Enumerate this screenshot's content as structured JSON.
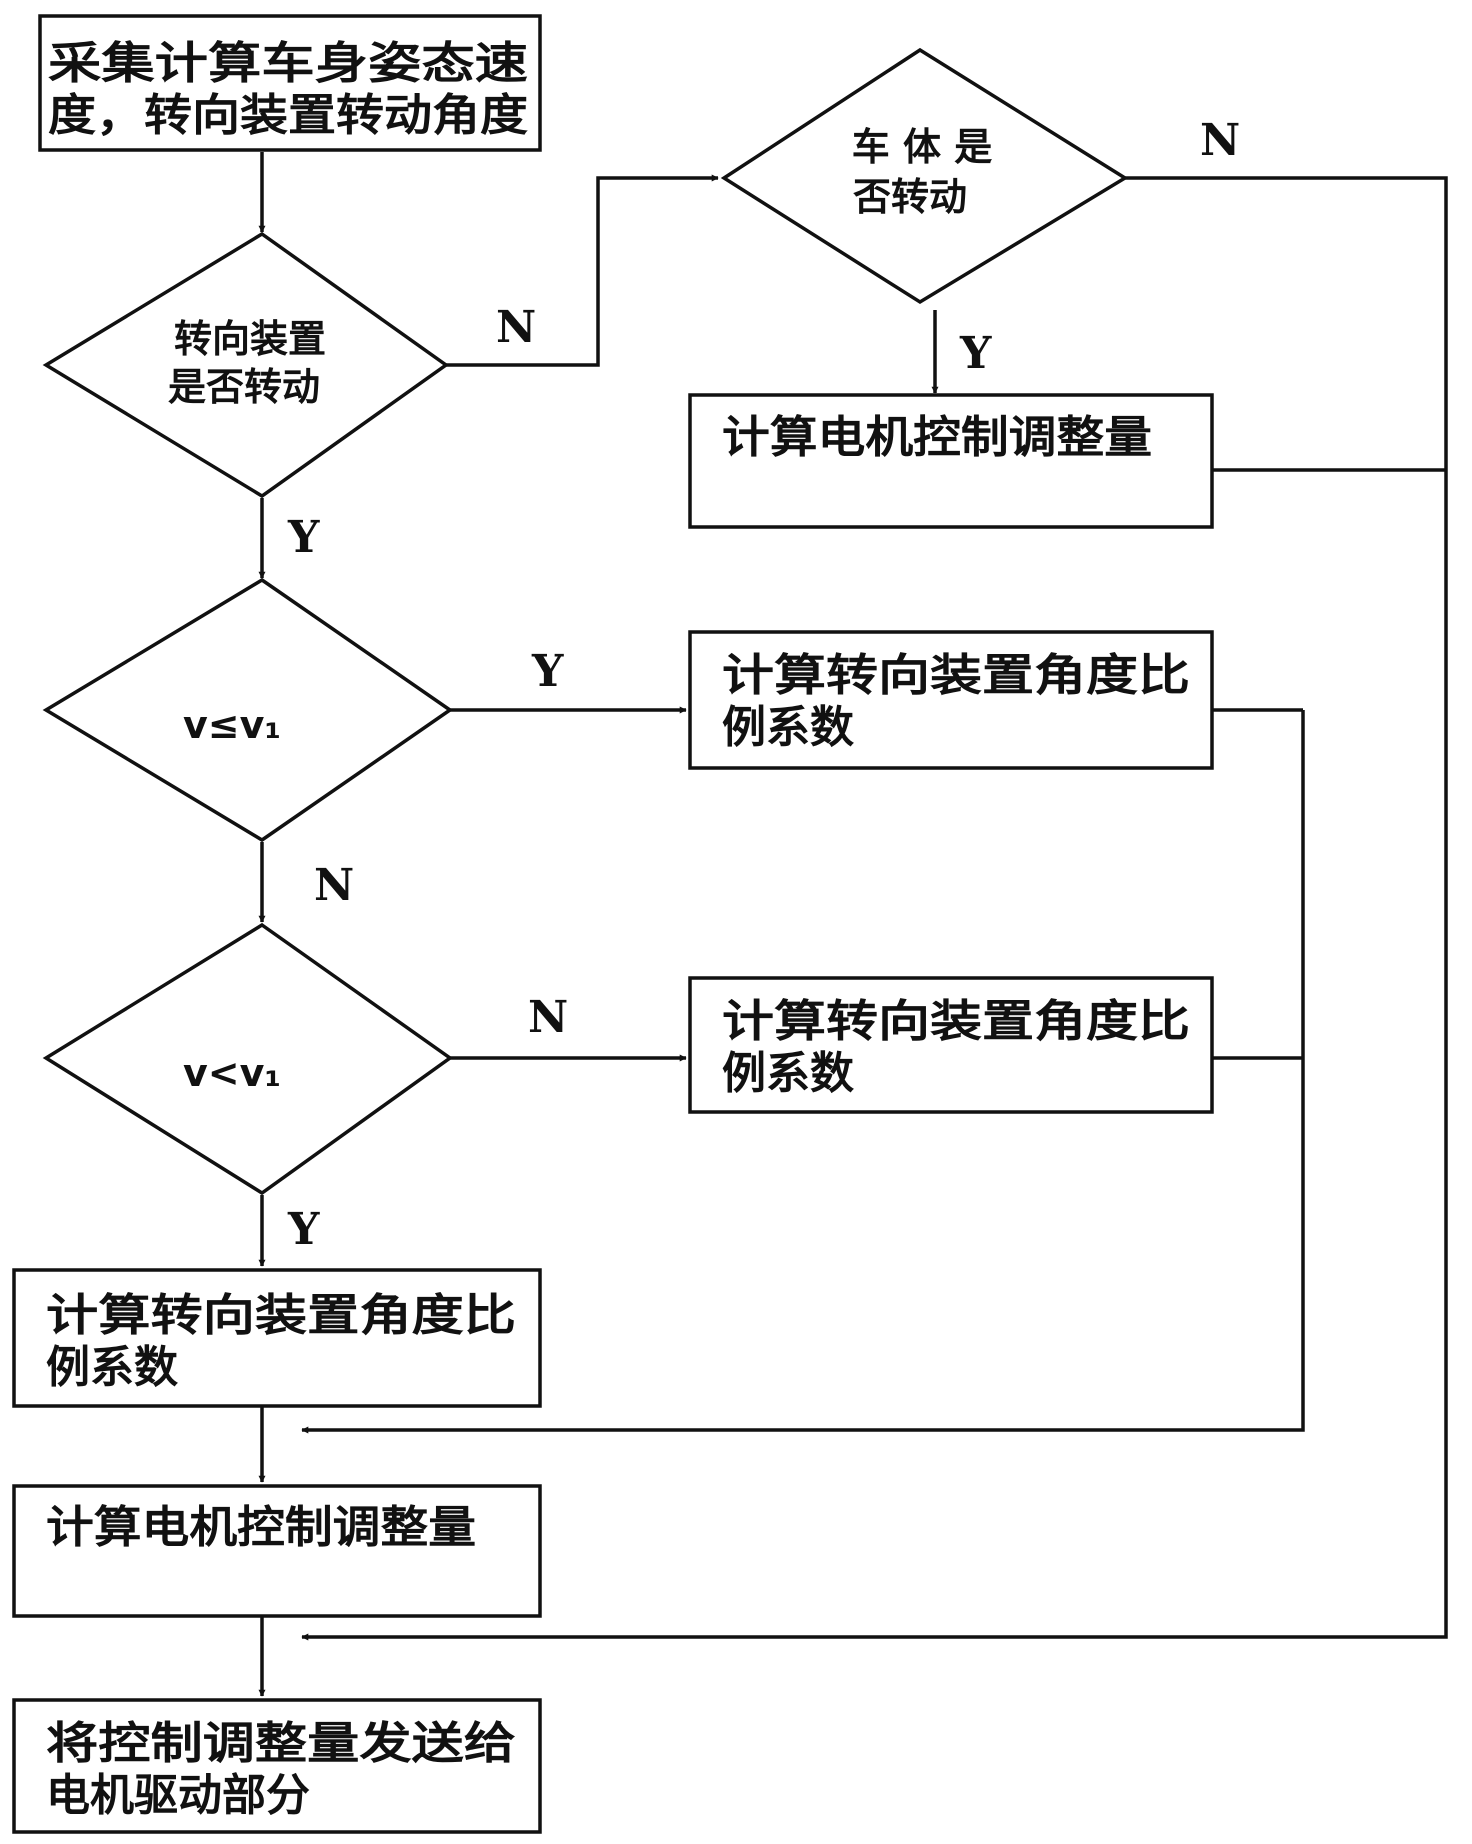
{
  "nodes": {
    "collect": {
      "lines": [
        "采集计算车身姿态速",
        "度，转向装置转动角度"
      ]
    },
    "steer_rotating": {
      "lines": [
        "转向装置",
        "是否转动"
      ]
    },
    "body_rotating": {
      "lines": [
        "车 体 是",
        "否转动"
      ]
    },
    "motor_adjust_top": {
      "lines": [
        "计算电机控制调整量"
      ]
    },
    "cond_v_le_v1": {
      "lines": [
        "v≤v₁"
      ]
    },
    "ratio_y": {
      "lines": [
        "计算转向装置角度比",
        "例系数"
      ]
    },
    "cond_v_lt_v1": {
      "lines": [
        "v<v₁"
      ]
    },
    "ratio_n": {
      "lines": [
        "计算转向装置角度比",
        "例系数"
      ]
    },
    "ratio_bottom": {
      "lines": [
        "计算转向装置角度比",
        "例系数"
      ]
    },
    "motor_adjust_bottom": {
      "lines": [
        "计算电机控制调整量"
      ]
    },
    "send": {
      "lines": [
        "将控制调整量发送给",
        "电机驱动部分"
      ]
    }
  },
  "edge_labels": {
    "steer_no": "N",
    "body_no": "N",
    "body_yes": "Y",
    "steer_yes": "Y",
    "v_le_yes": "Y",
    "v_le_no": "N",
    "v_lt_no": "N",
    "v_lt_yes": "Y"
  },
  "colors": {
    "stroke": "#111111",
    "background": "#ffffff"
  }
}
